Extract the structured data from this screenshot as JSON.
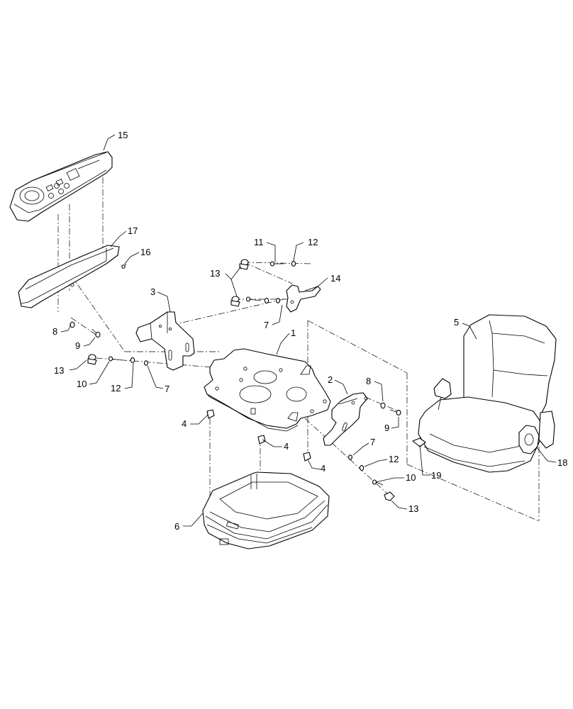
{
  "callouts": {
    "c15": "15",
    "c17": "17",
    "c16": "16",
    "c11": "11",
    "c12a": "12",
    "c13a": "13",
    "c14": "14",
    "c3": "3",
    "c7a": "7",
    "c1": "1",
    "c5": "5",
    "c8a": "8",
    "c9a": "9",
    "c13b": "13",
    "c10a": "10",
    "c12b": "12",
    "c7b": "7",
    "c2": "2",
    "c8b": "8",
    "c9b": "9",
    "c4a": "4",
    "c4b": "4",
    "c4c": "4",
    "c7c": "7",
    "c12c": "12",
    "c10b": "10",
    "c13c": "13",
    "c6": "6",
    "c18": "18",
    "c19": "19"
  }
}
